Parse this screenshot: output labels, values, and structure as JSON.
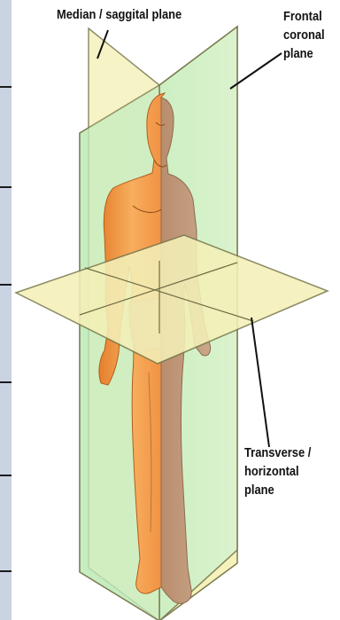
{
  "labels": {
    "median": [
      "Median / saggital plane"
    ],
    "frontal": [
      "Frontal",
      "coronal",
      "plane"
    ],
    "transverse": [
      "Transverse /",
      "horizontal",
      "plane"
    ]
  },
  "colors": {
    "frontal_plane_fill": "#f6f2bc",
    "median_plane_fill": "#c9efc3",
    "transverse_plane_fill": "#f4f0b8",
    "plane_outline": "#7a7a4e",
    "skin_lit": "#f29a4a",
    "skin_shade": "#b99579",
    "side_strip": "#c9d3e2"
  },
  "icons": [
    "human-figure-illustration",
    "leader-line"
  ]
}
